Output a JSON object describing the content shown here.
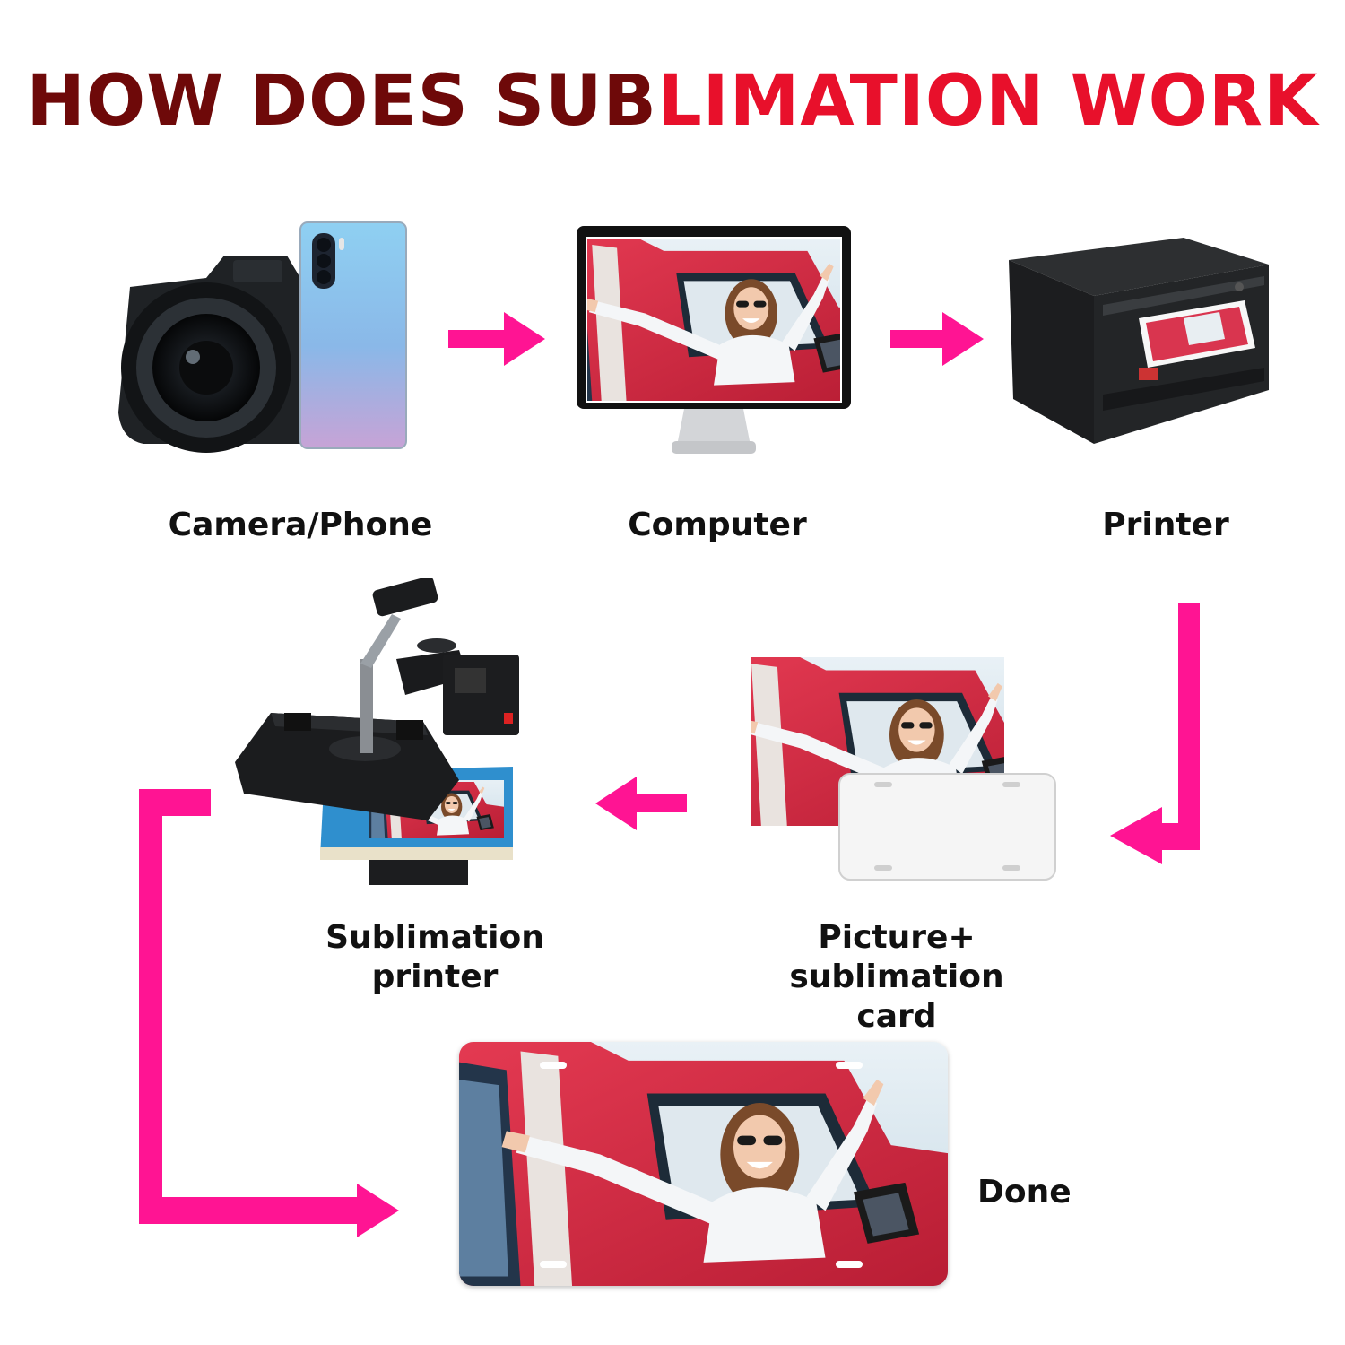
{
  "title": {
    "part1": "HOW DOES SUB",
    "part2": "LIMATION WORK"
  },
  "colors": {
    "title_dark": "#6e0909",
    "title_red": "#e8102b",
    "arrow": "#ff1493"
  },
  "steps": [
    {
      "label": "Camera/Phone",
      "icon": "camera-phone-icon"
    },
    {
      "label": "Computer",
      "icon": "monitor-icon"
    },
    {
      "label": "Printer",
      "icon": "printer-icon"
    },
    {
      "label": "Picture+\nsublimation card",
      "icon": "blank-card-icon"
    },
    {
      "label": "Sublimation\nprinter",
      "icon": "heat-press-icon"
    },
    {
      "label": "Done",
      "icon": "finished-plate-icon"
    }
  ]
}
